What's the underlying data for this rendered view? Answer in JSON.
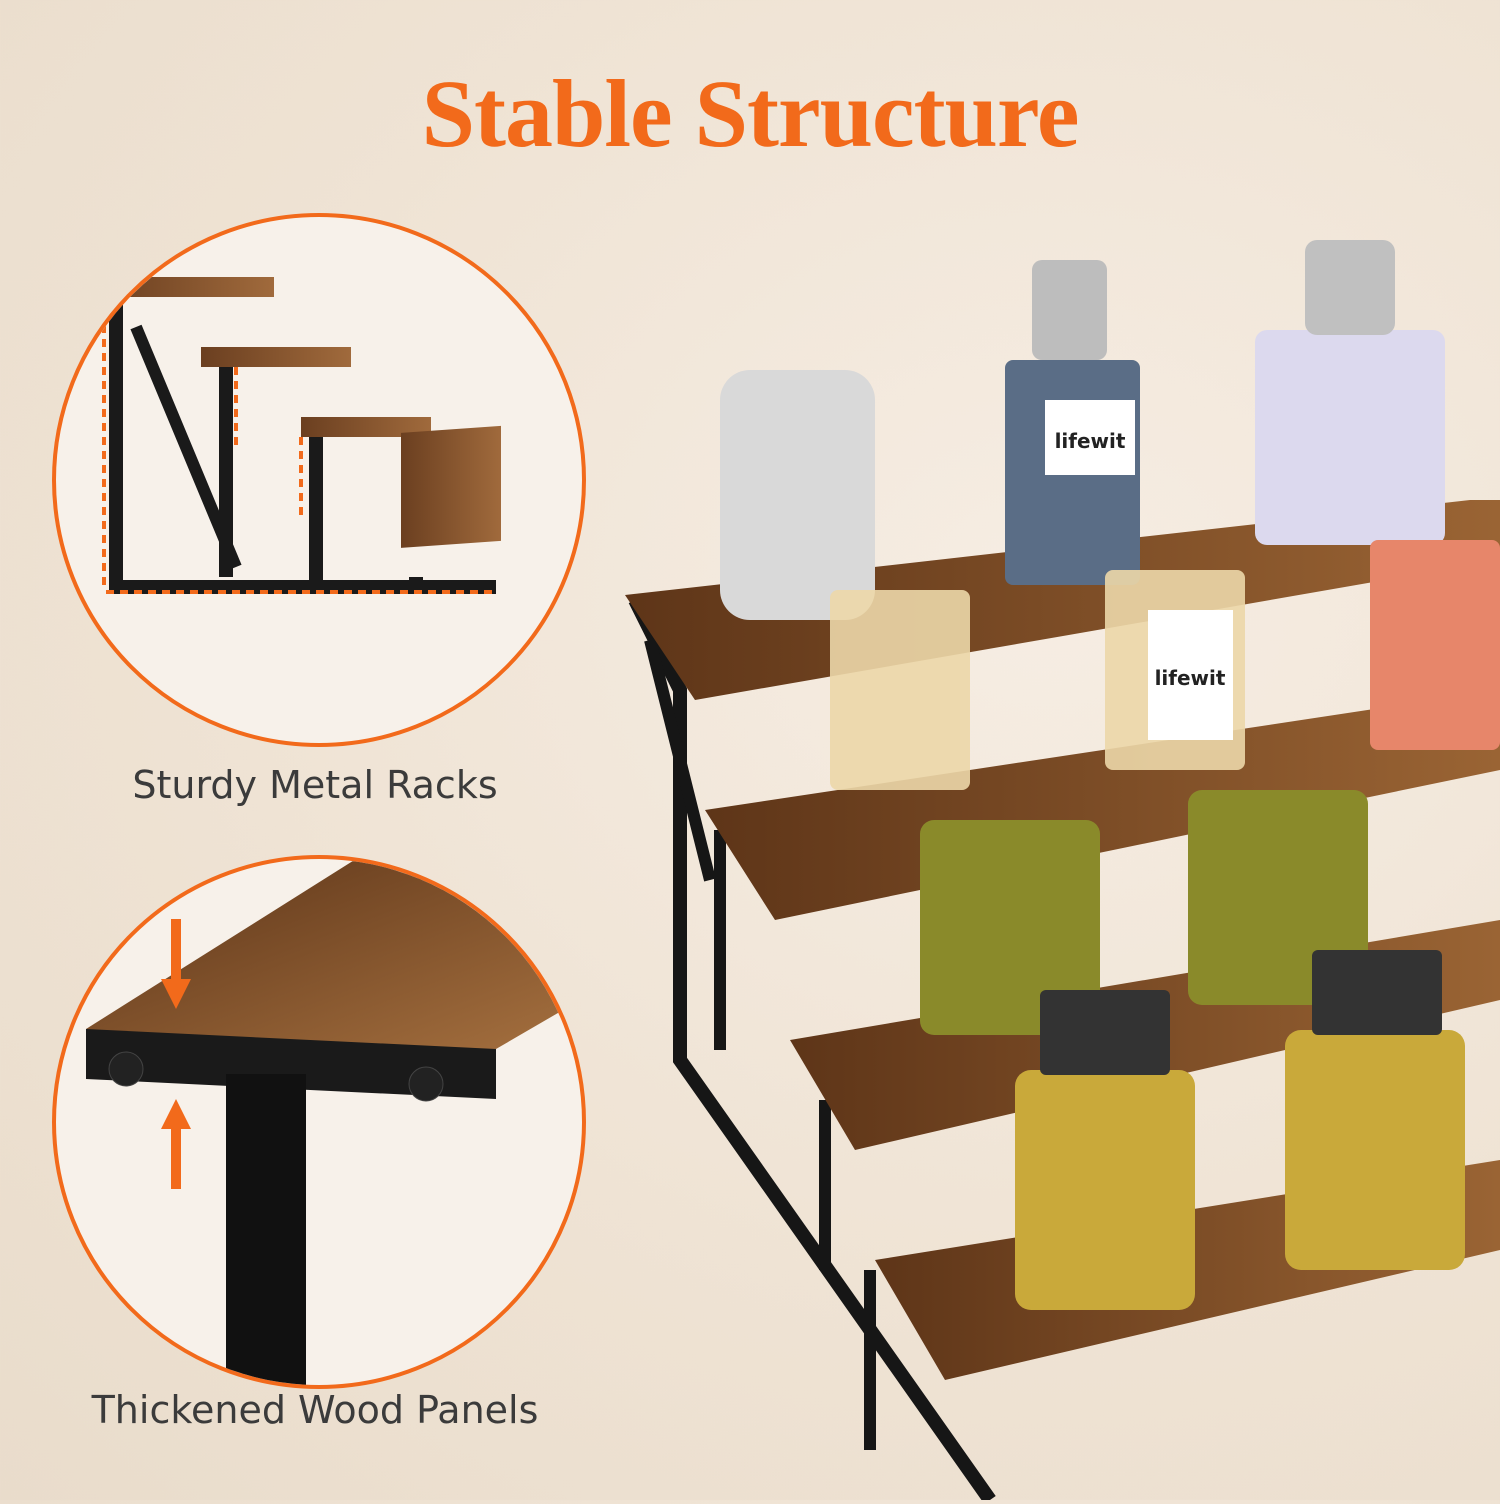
{
  "title": "Stable Structure",
  "features": [
    {
      "label": "Sturdy Metal Racks"
    },
    {
      "label": "Thickened Wood Panels"
    }
  ],
  "bottle_label_text": "lifewit",
  "colors": {
    "accent": "#f26a1b",
    "wood": "#7a4a26",
    "metal": "#1a1a1a"
  }
}
